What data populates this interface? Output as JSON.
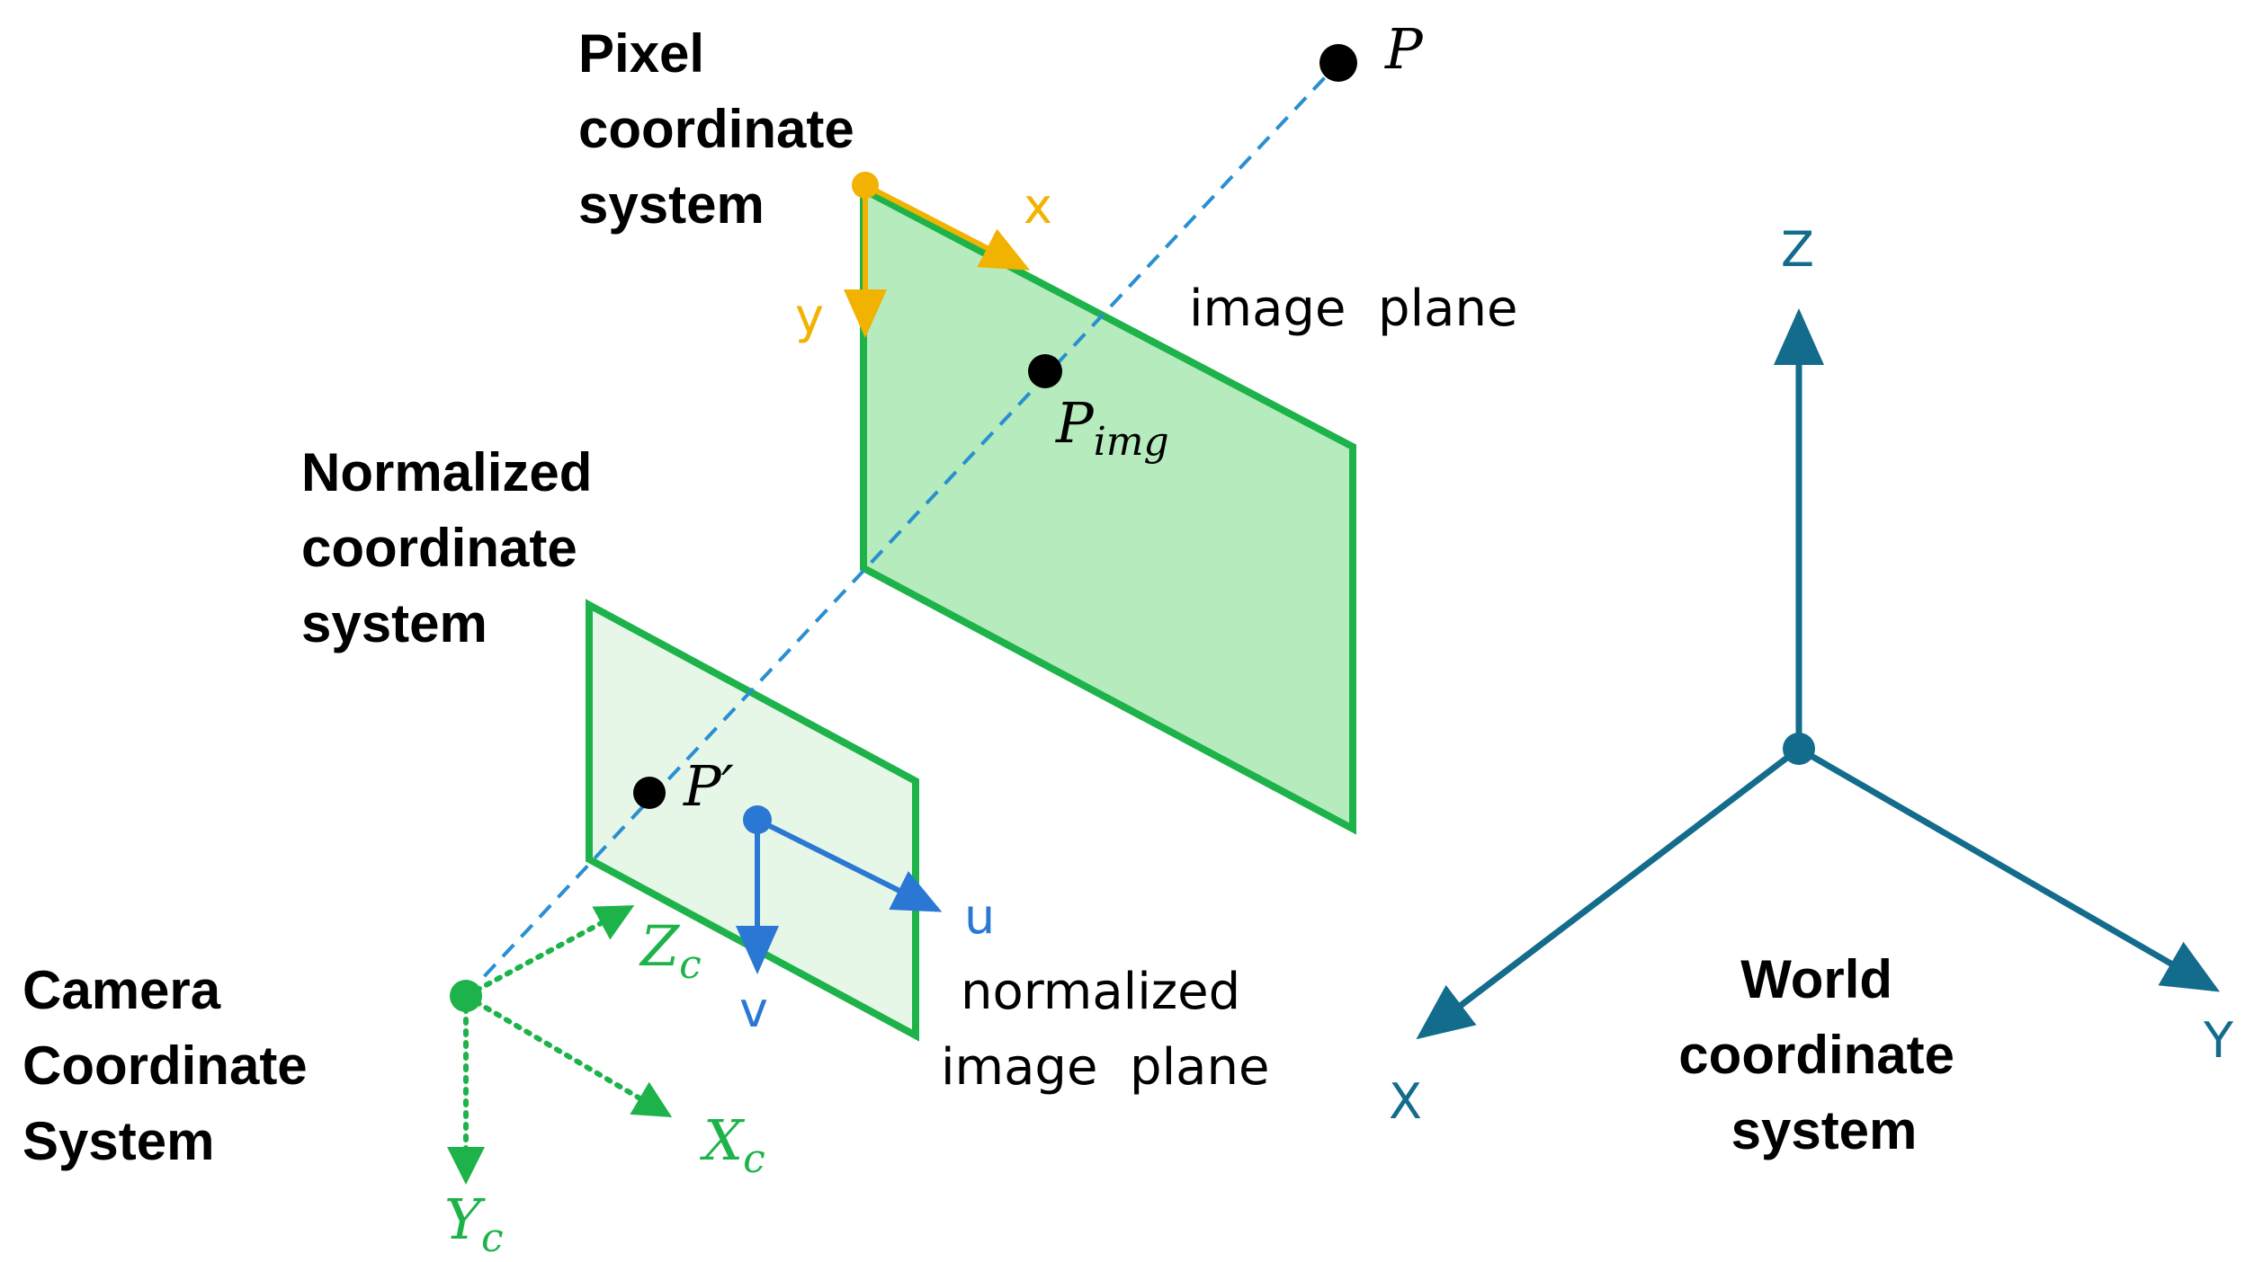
{
  "labels": {
    "pixel_system": [
      "Pixel",
      "coordinate",
      "system"
    ],
    "normalized_system": [
      "Normalized",
      "coordinate",
      "system"
    ],
    "camera_system": [
      "Camera",
      "Coordinate",
      "System"
    ],
    "world_system": [
      "World",
      "coordinate",
      "system"
    ],
    "image_plane": "image  plane",
    "normalized_image_plane": [
      "normalized",
      "image  plane"
    ]
  },
  "points": {
    "p": "P",
    "p_img_main": "P",
    "p_img_sub": "img",
    "p_prime": "P′"
  },
  "axes": {
    "pixel_x": "x",
    "pixel_y": "y",
    "norm_u": "u",
    "norm_v": "v",
    "cam_z_main": "Z",
    "cam_x_main": "X",
    "cam_y_main": "Y",
    "cam_sub": "c",
    "world_x": "X",
    "world_y": "Y",
    "world_z": "Z"
  },
  "colors": {
    "plane_stroke": "#1db34a",
    "image_plane_fill": "#b5ebbd",
    "normalized_plane_fill": "#e6f7e8",
    "ray": "#2a8fd0",
    "pixel_axes": "#f2b200",
    "normalized_axes": "#2a78d4",
    "camera_axes": "#1db34a",
    "world_axes": "#136c8c",
    "point": "#000000",
    "text": "#000000"
  }
}
